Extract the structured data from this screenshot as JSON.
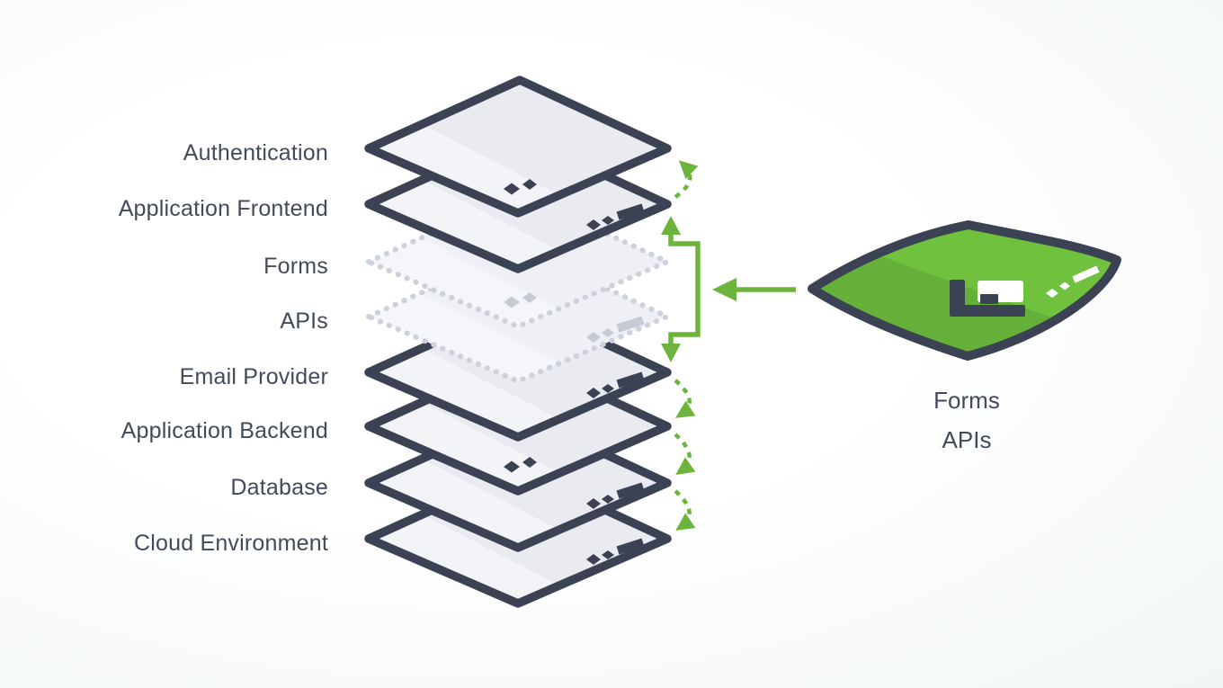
{
  "title": "Application stack with external Forms/APIs service",
  "stack": {
    "layers": [
      {
        "label": "Authentication",
        "border": "solid",
        "marks": "dots"
      },
      {
        "label": "Application Frontend",
        "border": "solid",
        "marks": "dots-dash"
      },
      {
        "label": "Forms",
        "border": "dotted",
        "marks": "dots"
      },
      {
        "label": "APIs",
        "border": "dotted",
        "marks": "dots-dash"
      },
      {
        "label": "Email Provider",
        "border": "solid",
        "marks": "dots-dash"
      },
      {
        "label": "Application Backend",
        "border": "solid",
        "marks": "dots"
      },
      {
        "label": "Database",
        "border": "solid",
        "marks": "dots-dash"
      },
      {
        "label": "Cloud Environment",
        "border": "solid",
        "marks": "dots-dash"
      }
    ]
  },
  "card": {
    "labels": [
      "Forms",
      "APIs"
    ],
    "icon": "window-layout-logo-icon"
  },
  "connectors": {
    "up_arc": "dashed-curved-arrow-up",
    "down_arcs": "dashed-curved-arrows-down",
    "bracket": "double-ended-bracket-arrow",
    "inbound": "left-arrow-from-card"
  },
  "colors": {
    "ink": "#3a4254",
    "accent": "#6db43d",
    "layer_fill": "#e9ebf1",
    "layer_fill_light": "#f2f4f8",
    "layer_fill_dotted": "#eef0f5",
    "layer_fill_dotted_light": "#f5f6fa",
    "dotted_border": "#ccd1dc",
    "dotted_marks": "#c5cad5",
    "text": "#424b5a",
    "card_green": "#6fc13e",
    "card_green_dark": "#65b039",
    "white": "#ffffff",
    "bg_from": "#ffffff",
    "bg_to": "#f1f7f5"
  }
}
